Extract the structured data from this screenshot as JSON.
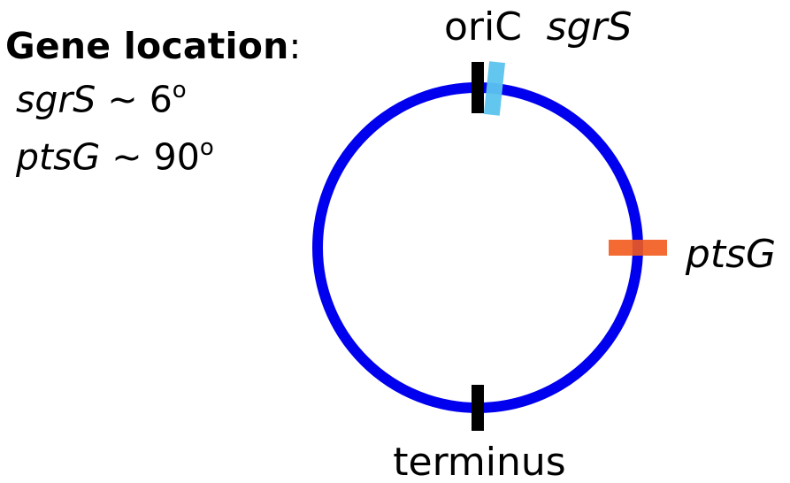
{
  "legend": {
    "heading": "Gene location",
    "heading_suffix": ":",
    "items": [
      {
        "gene": "sgrS",
        "separator": " ~ ",
        "value": "6",
        "unit": "o"
      },
      {
        "gene": "ptsG",
        "separator": " ~ ",
        "value": "90",
        "unit": "o"
      }
    ]
  },
  "chromosome": {
    "color": "#0000ee"
  },
  "markers": {
    "origin": {
      "label": "oriC",
      "angle_deg": 0,
      "color": "#000000"
    },
    "terminus": {
      "label": "terminus",
      "angle_deg": 180,
      "color": "#000000"
    },
    "sgrS": {
      "label": "sgrS",
      "angle_deg": 6,
      "color": "#5bc3ee"
    },
    "ptsG": {
      "label": "ptsG",
      "angle_deg": 90,
      "color": "#f25a1c"
    }
  }
}
